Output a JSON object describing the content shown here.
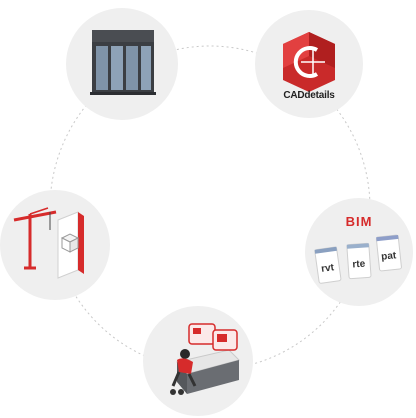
{
  "nodes": {
    "cad": {
      "label": "CADdetails"
    },
    "bim": {
      "title": "BIM",
      "files": [
        "rvt",
        "rte",
        "pat"
      ]
    }
  },
  "colors": {
    "accent_red": "#d62b2b",
    "circle_fill": "#efefef",
    "connector": "#c8c8c8"
  },
  "icons": [
    "door-frame-icon",
    "caddetails-logo-icon",
    "bim-files-icon",
    "workstation-icon",
    "crane-icon"
  ]
}
